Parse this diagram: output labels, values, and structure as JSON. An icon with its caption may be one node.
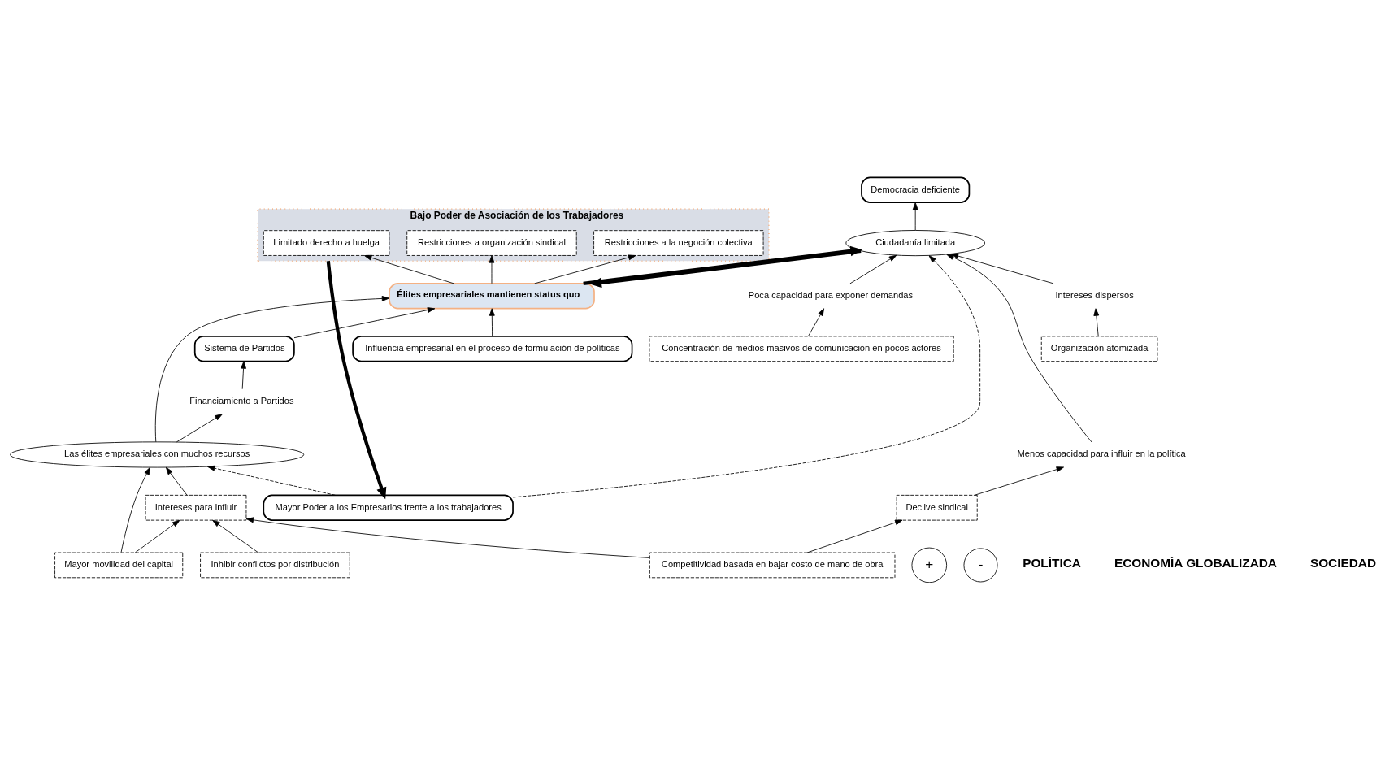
{
  "diagram": {
    "nodes": [
      {
        "text": [
          "Sistema de Partidos"
        ]
      },
      {
        "text": [
          "Influencia empresarial en el proceso de formulación de políticas"
        ]
      },
      {
        "text": [
          "Democracia deficiente"
        ]
      },
      {
        "text": [
          "Financiamiento a Partidos"
        ]
      },
      {
        "text": [
          "Las élites empresariales con muchos recursos"
        ]
      },
      {
        "text": [
          "Élites empresariales mantienen status quo"
        ]
      },
      {
        "text": [
          "Ciudadanía limitada"
        ]
      },
      {
        "text": [
          "Bajo Poder de Asociación de los Trabajadores"
        ]
      },
      {
        "text": [
          "Limitado derecho a huelga"
        ],
        "in": 7
      },
      {
        "text": [
          "Restricciones a organización sindical"
        ],
        "in": 7
      },
      {
        "text": [
          "Restricciones a la negoción colectiva"
        ],
        "in": 7
      },
      {
        "text": [
          "Intereses para influir"
        ]
      },
      {
        "text": [
          "Mayor Poder a los Empresarios frente a los trabajadores"
        ]
      },
      {
        "text": [
          "Menos capacidad para influir en la política"
        ]
      },
      {
        "text": [
          "Intereses dispersos"
        ]
      },
      {
        "text": [
          "Poca capacidad para exponer demandas"
        ]
      },
      {
        "text": [
          "Mayor movilidad del capital"
        ]
      },
      {
        "text": [
          "Inhibir conflictos por distribución"
        ]
      },
      {
        "text": [
          "Competitividad basada en bajar costo de mano de obra"
        ]
      },
      {
        "text": [
          "Declive sindical"
        ]
      },
      {
        "text": [
          "Organización atomizada"
        ]
      },
      {
        "text": [
          "Concentración de medios masivos de comunicación en pocos actores"
        ]
      },
      {
        "text": [
          "+"
        ]
      },
      {
        "text": [
          "-"
        ]
      }
    ],
    "edges": [
      {
        "from": 4,
        "to": 3,
        "arrow": "to"
      },
      {
        "from": 3,
        "to": 0,
        "arrow": "to"
      },
      {
        "from": 0,
        "to": 5,
        "arrow": "to"
      },
      {
        "from": 1,
        "to": 5,
        "arrow": "to"
      },
      {
        "from": 4,
        "to": 5,
        "arrow": "to"
      },
      {
        "from": 6,
        "to": 5,
        "arrow": "to",
        "style": "thick"
      },
      {
        "from": 5,
        "to": 6,
        "arrow": "to",
        "style": "thick"
      },
      {
        "from": 6,
        "to": 2,
        "arrow": "to"
      },
      {
        "from": 5,
        "to": 8,
        "arrow": "to"
      },
      {
        "from": 5,
        "to": 9,
        "arrow": "to"
      },
      {
        "from": 5,
        "to": 10,
        "arrow": "to"
      },
      {
        "from": 7,
        "to": 12,
        "arrow": "to",
        "style": "thick"
      },
      {
        "from": 12,
        "to": 4,
        "arrow": "to",
        "style": "dashed"
      },
      {
        "from": 12,
        "to": 6,
        "arrow": "to",
        "style": "dashed"
      },
      {
        "from": 11,
        "to": 4,
        "arrow": "to"
      },
      {
        "from": 16,
        "to": 11,
        "arrow": "to"
      },
      {
        "from": 17,
        "to": 11,
        "arrow": "to"
      },
      {
        "from": 18,
        "to": 11,
        "arrow": "to"
      },
      {
        "from": 16,
        "to": 4,
        "arrow": "to"
      },
      {
        "from": 18,
        "to": 19,
        "arrow": "to"
      },
      {
        "from": 19,
        "to": 13,
        "arrow": "to"
      },
      {
        "from": 13,
        "to": 6,
        "arrow": "to"
      },
      {
        "from": 20,
        "to": 14,
        "arrow": "to"
      },
      {
        "from": 14,
        "to": 6,
        "arrow": "to"
      },
      {
        "from": 21,
        "to": 15,
        "arrow": "to"
      },
      {
        "from": 15,
        "to": 6,
        "arrow": "to"
      }
    ],
    "labels": [
      "POLÍTICA",
      "ECONOMÍA GLOBALIZADA",
      "SOCIEDAD"
    ]
  }
}
